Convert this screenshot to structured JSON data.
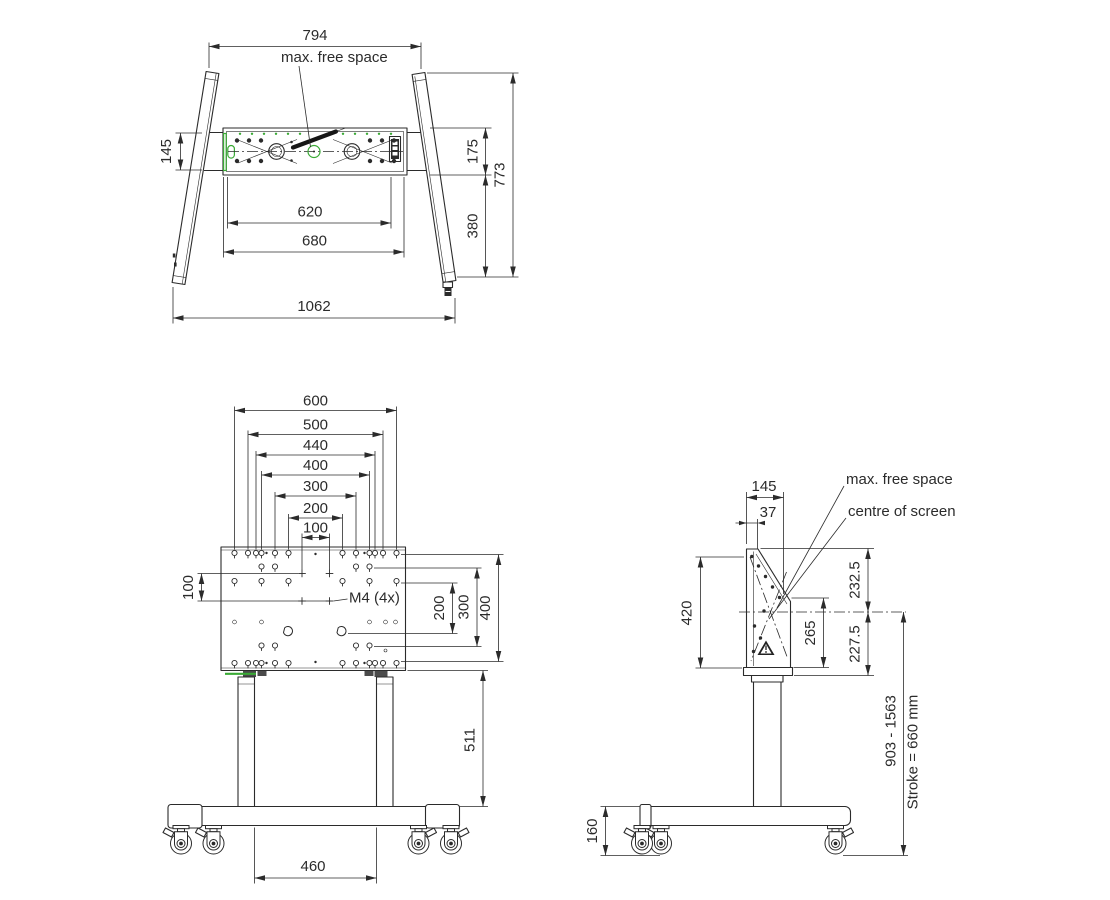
{
  "drawing": {
    "line_color": "#2b2b2b",
    "accent_green": "#3aaa35",
    "top_view": {
      "free_space_label": "max. free space",
      "dim_top_width": "794",
      "dim_bracket_height": "145",
      "dim_body_height": "175",
      "dim_overall_depth": "773",
      "dim_inner_width": "620",
      "dim_body_width": "680",
      "dim_arm_depth": "380",
      "dim_overall_width": "1062"
    },
    "front_view": {
      "vesa_widths": [
        "600",
        "500",
        "440",
        "400",
        "300",
        "200",
        "100"
      ],
      "dim_m4_spacing": "100",
      "m4_note": "M4 (4x)",
      "dim_height_200": "200",
      "dim_height_300": "300",
      "dim_height_400": "400",
      "dim_plate_to_base": "511",
      "dim_leg_spacing": "460"
    },
    "side_view": {
      "dim_bracket_depth": "145",
      "dim_offset": "37",
      "free_space_label": "max. free space",
      "centre_label": "centre of screen",
      "dim_bracket_height": "420",
      "dim_lower_bracket": "265",
      "dim_upper_half": "232.5",
      "dim_lower_half": "227.5",
      "dim_base_height": "160",
      "dim_height_range": "903 - 1563",
      "stroke_note": "Stroke = 660 mm"
    }
  }
}
